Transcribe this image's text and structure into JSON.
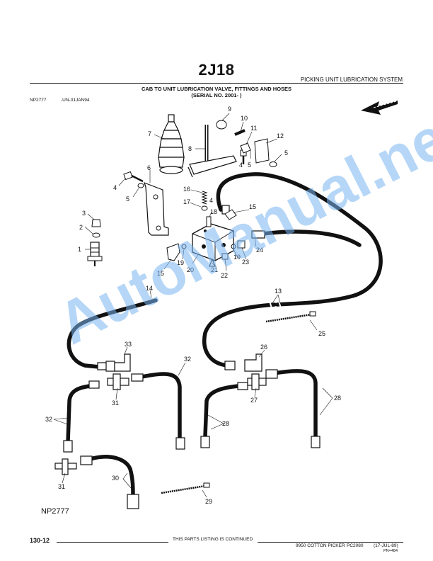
{
  "page_code": "2J18",
  "section_title": "PICKING UNIT LUBRICATION SYSTEM",
  "heading_line1": "CAB TO UNIT LUBRICATION VALVE, FITTINGS AND HOSES",
  "heading_line2": "(SERIAL NO. 2001-     )",
  "figure_id": "NP2777",
  "figure_date": "-UN-01JAN94",
  "figure_id_bottom": "NP2777",
  "watermark": "AutoManual.net",
  "footer": {
    "page_number": "130-12",
    "continued": "THIS PARTS LISTING IS CONTINUED",
    "product": "9950 COTTON PICKER",
    "catalog": "PC2080",
    "date": "(17-JUL-89)",
    "pn": "PN=484"
  },
  "callouts": [
    "1",
    "2",
    "3",
    "4",
    "4",
    "4",
    "5",
    "5",
    "5",
    "6",
    "7",
    "8",
    "9",
    "10",
    "11",
    "12",
    "13",
    "14",
    "15",
    "15",
    "16",
    "17",
    "18",
    "19",
    "19",
    "20",
    "21",
    "22",
    "23",
    "24",
    "25",
    "26",
    "27",
    "28",
    "28",
    "29",
    "30",
    "31",
    "31",
    "32",
    "32",
    "33"
  ],
  "icons": {
    "direction_arrow": "front-direction-arrow-icon"
  }
}
